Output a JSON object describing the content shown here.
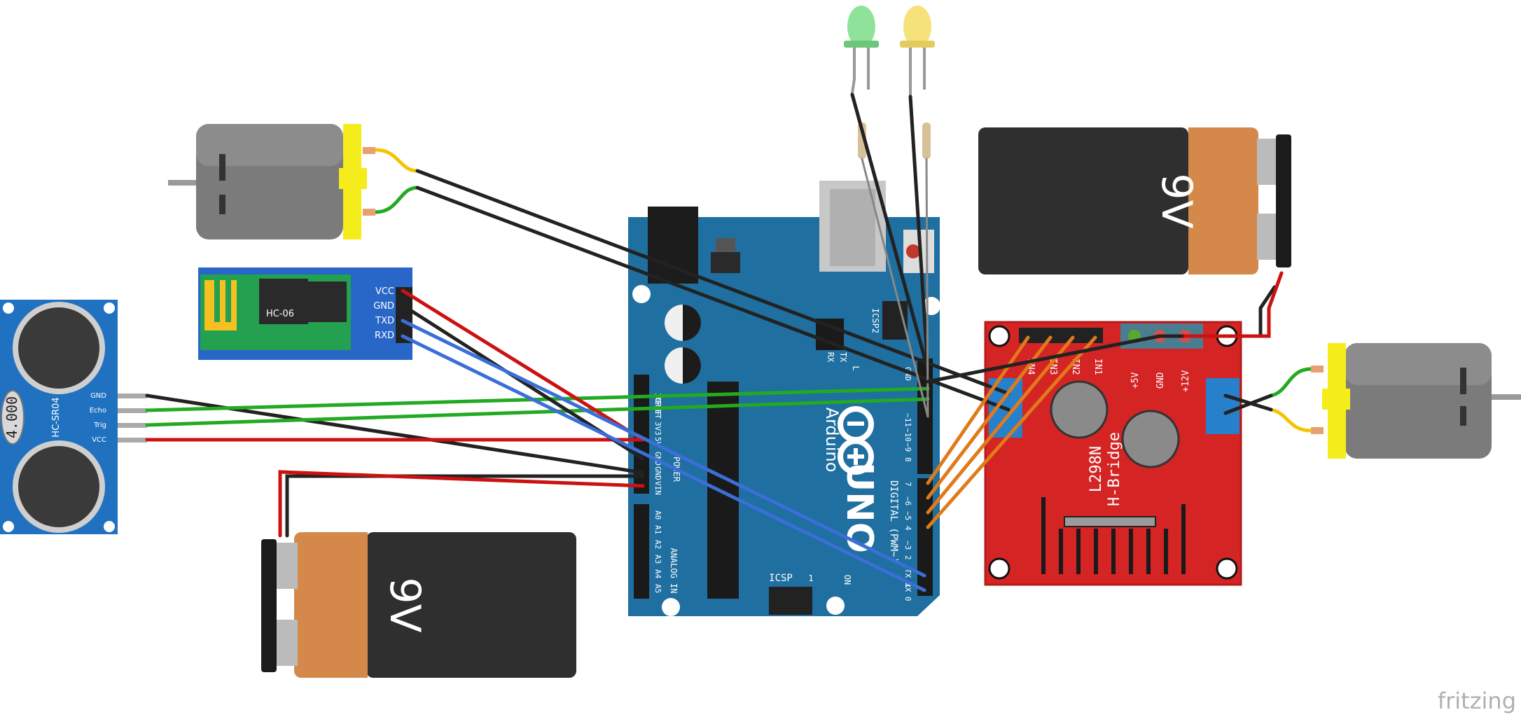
{
  "hcsr04": {
    "display": "4.000",
    "model": "HC-SR04",
    "pins": [
      "GND",
      "Echo",
      "Trig",
      "VCC"
    ]
  },
  "bluetooth": {
    "model": "HC-06",
    "pins": [
      "VCC",
      "GND",
      "TXD",
      "RXD"
    ]
  },
  "battery_top": {
    "label": "9V"
  },
  "battery_bottom": {
    "label": "9V"
  },
  "arduino": {
    "brand": "Arduino",
    "model": "UNO",
    "reset_label": "RESET",
    "icsp2_label": "ICSP2",
    "icsp_label": "ICSP",
    "icsp_num": "1",
    "on_label": "ON",
    "tx_label": "TX",
    "rx_label": "RX",
    "l_label": "L",
    "power_header_label": "POWER",
    "analog_header_label": "ANALOG IN",
    "digital_header_label": "DIGITAL (PWM~)",
    "power_pins": [
      "IOREF",
      "RESET",
      "3V3",
      "5V",
      "GND",
      "GND",
      "VIN"
    ],
    "analog_pins": [
      "A0",
      "A1",
      "A2",
      "A3",
      "A4",
      "A5"
    ],
    "digital_pins": [
      "GND",
      "~11",
      "~10",
      "~9",
      "8",
      "7",
      "~6",
      "~5",
      "4",
      "~3",
      "2",
      "TX 1",
      "RX 0"
    ]
  },
  "hbridge": {
    "name_line1": "L298N",
    "name_line2": "H-Bridge",
    "inputs": [
      "IN4",
      "IN3",
      "IN2",
      "IN1"
    ],
    "power_pins": [
      "+5V",
      "GND",
      "+12V"
    ]
  },
  "colors": {
    "wire_black": "#222222",
    "wire_red": "#cc1111",
    "wire_green": "#22aa22",
    "wire_blue": "#3a6fd8",
    "wire_orange": "#e07a1a",
    "arduino_blue": "#1f6fa0",
    "hbridge_red": "#d42424",
    "battery_orange": "#d4894a"
  },
  "watermark": "fritzing"
}
